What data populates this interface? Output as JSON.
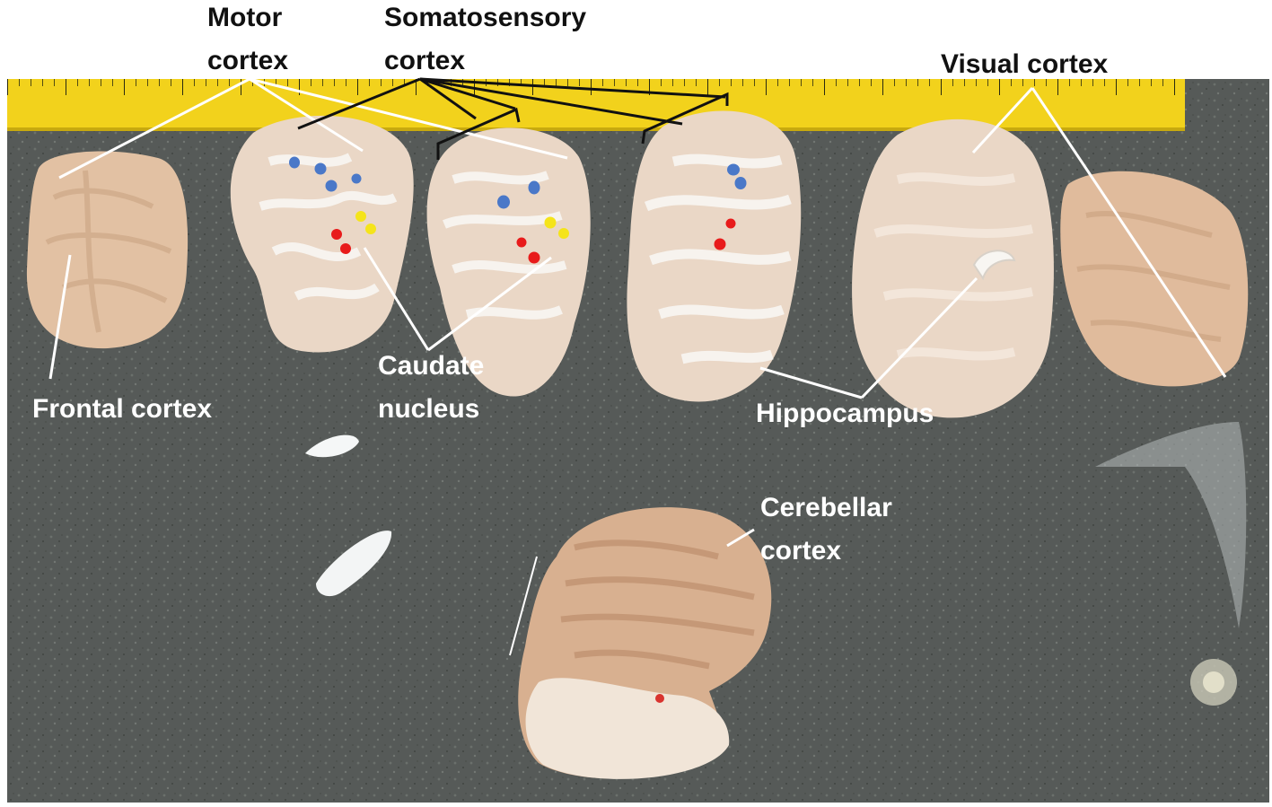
{
  "labels": {
    "motor_cortex": "Motor\ncortex",
    "somatosensory_cortex": "Somatosensory\ncortex",
    "visual_cortex": "Visual cortex",
    "frontal_cortex": "Frontal cortex",
    "caudate_nucleus": "Caudate\nnucleus",
    "hippocampus": "Hippocampus",
    "cerebellar_cortex": "Cerebellar\ncortex"
  },
  "colors": {
    "background": "#ffffff",
    "board": "#5b5f5c",
    "ruler": "#f2d21c",
    "tissue_surface": "#e2c1a3",
    "tissue_section": "#ead7c6",
    "white_matter": "#f7f3ee",
    "marker_blue": "#4a78c8",
    "marker_yellow": "#f5e41a",
    "marker_red": "#e81b1b",
    "label_dark": "#111111",
    "label_light": "#ffffff",
    "leader_white": "#ffffff",
    "leader_black": "#111111"
  },
  "markers": {
    "blue": "sampling point",
    "yellow": "sampling point",
    "red": "sampling point"
  }
}
